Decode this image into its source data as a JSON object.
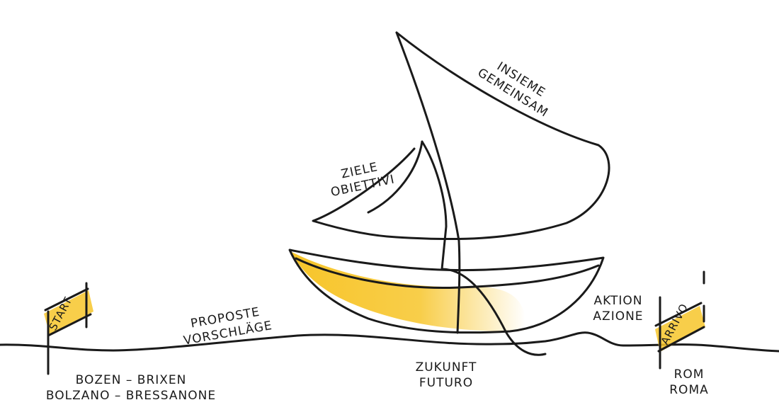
{
  "colors": {
    "ink": "#1a1a1a",
    "accent": "#f7c52a",
    "background": "#ffffff"
  },
  "signs": {
    "start": "START",
    "arrival": "ARRIVO"
  },
  "labels": {
    "origin": [
      "BOZEN – BRIXEN",
      "BOLZANO – BRESSANONE"
    ],
    "proposals": [
      "PROPOSTE",
      "VORSCHLÄGE"
    ],
    "goals": [
      "ZIELE",
      "OBIETTIVI"
    ],
    "together": [
      "INSIEME",
      "GEMEINSAM"
    ],
    "future": [
      "ZUKUNFT",
      "FUTURO"
    ],
    "action": [
      "AKTION",
      "AZIONE"
    ],
    "destination": [
      "ROM",
      "ROMA"
    ]
  }
}
